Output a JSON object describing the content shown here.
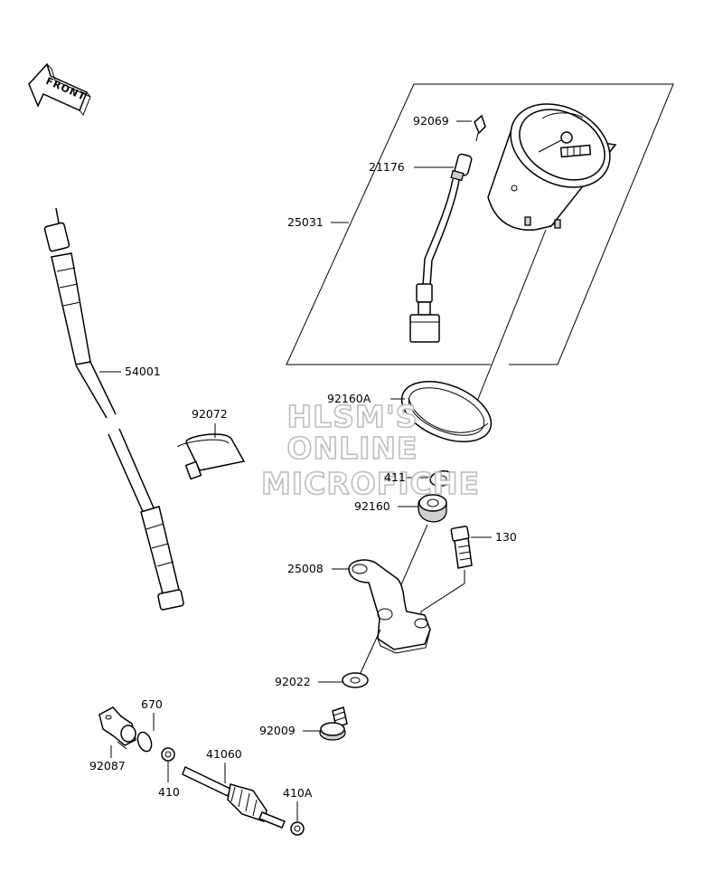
{
  "diagram": {
    "front_arrow_label": "FRONT",
    "watermark": [
      "HLSM'S",
      "ONLINE",
      "MICROFICHE"
    ],
    "callouts": {
      "c92069": "92069",
      "c21176": "21176",
      "c25031": "25031",
      "c54001": "54001",
      "c92072": "92072",
      "c92160A": "92160A",
      "c411": "411",
      "c92160": "92160",
      "c130": "130",
      "c25008": "25008",
      "c92022": "92022",
      "c670": "670",
      "c92009": "92009",
      "c41060": "41060",
      "c92087": "92087",
      "c410": "410",
      "c410A": "410A"
    }
  }
}
